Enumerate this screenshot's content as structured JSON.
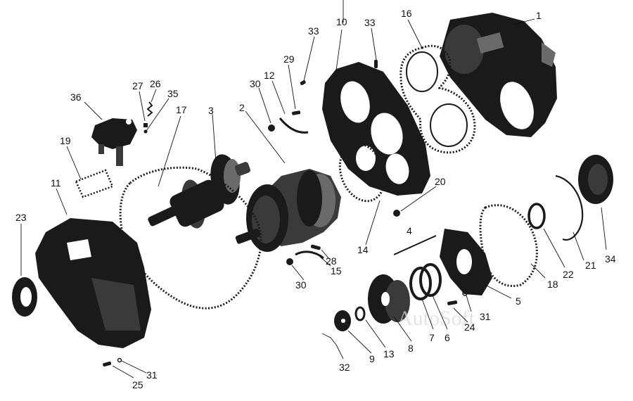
{
  "diagram": {
    "watermark": "AutoSoft",
    "callouts": [
      "1",
      "2",
      "3",
      "4",
      "5",
      "6",
      "7",
      "8",
      "9",
      "10",
      "11",
      "12",
      "13",
      "14",
      "15",
      "16",
      "17",
      "18",
      "19",
      "20",
      "21",
      "22",
      "23",
      "24",
      "25",
      "26",
      "27",
      "28",
      "29",
      "30",
      "30",
      "31",
      "31",
      "31",
      "32",
      "33",
      "33",
      "34",
      "35",
      "36"
    ]
  }
}
